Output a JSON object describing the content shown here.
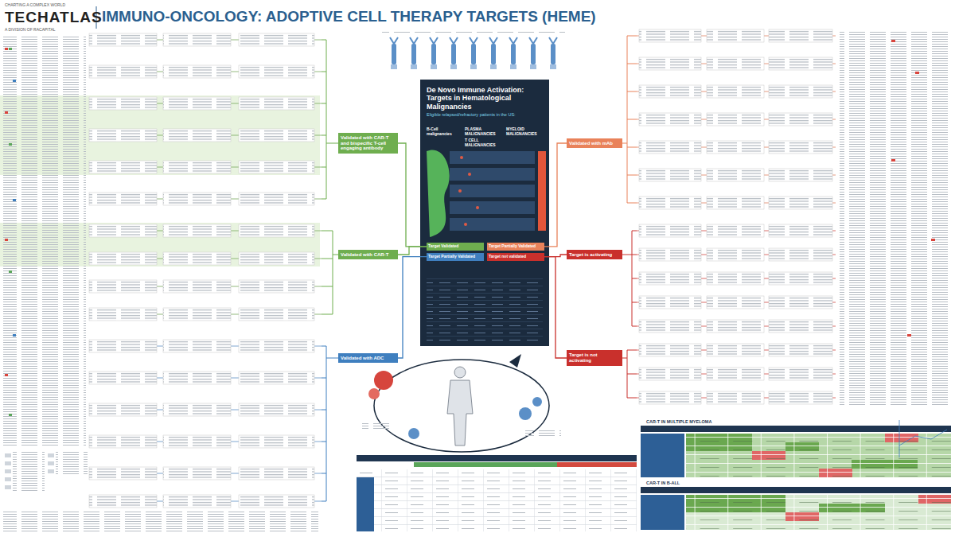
{
  "diagram": {
    "title": "IMMUNO-ONCOLOGY: ADOPTIVE CELL THERAPY TARGETS (HEME)",
    "nodes": [
      {
        "text": [
          "Validated with CAR-T and bispecific T-cell engaging antibody"
        ]
      },
      {
        "text": [
          "Validated with CAR-T"
        ]
      },
      {
        "text": [
          "Validated with ADC"
        ]
      },
      {
        "text": [
          "De Novo Immune Activation: Targets in Hematological Malignancies",
          "Eligible relapsed/refractory patients in the US:"
        ]
      },
      {
        "text": [
          "Target Validated"
        ],
        "in": 3
      },
      {
        "text": [
          "Target Partially Validated"
        ],
        "in": 3
      },
      {
        "text": [
          "Target Partially Validated"
        ],
        "in": 3
      },
      {
        "text": [
          "Target not validated"
        ],
        "in": 3
      },
      {
        "text": [
          "Validated with mAb"
        ]
      },
      {
        "text": [
          "Target is activating"
        ]
      },
      {
        "text": [
          "Target is not activating"
        ]
      }
    ],
    "edges": [
      {
        "from": 4,
        "to": 0,
        "arrow": "none"
      },
      {
        "from": 4,
        "to": 1,
        "arrow": "none"
      },
      {
        "from": 5,
        "to": 2,
        "arrow": "none"
      },
      {
        "from": 6,
        "to": 8,
        "arrow": "none"
      },
      {
        "from": 7,
        "to": 9,
        "arrow": "none"
      },
      {
        "from": 7,
        "to": 10,
        "arrow": "none"
      }
    ],
    "labels": [
      "CHARTING A COMPLEX WORLD",
      "TECHATLAS",
      "A DIVISION OF RACAPITAL",
      "B-Cell malignancies",
      "PLASMA MALIGNANCIES",
      "MYELOID MALIGNANCIES",
      "T CELL MALIGNANCIES",
      "CAR-T IN MULTIPLE MYELOMA",
      "CAR-T IN B-ALL"
    ]
  }
}
